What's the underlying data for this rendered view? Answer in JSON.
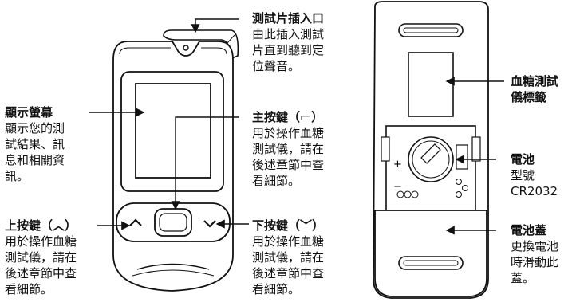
{
  "labels": {
    "strip_port": {
      "title": "測試片插入口",
      "lines": [
        "由此插入測試",
        "片直到聽到定",
        "位聲音。"
      ]
    },
    "display": {
      "title": "顯示螢幕",
      "lines": [
        "顯示您的測",
        "試結果、訊",
        "息和相關資",
        "訊。"
      ]
    },
    "main_button": {
      "title": "主按鍵（▭）",
      "lines": [
        "用於操作血糖",
        "測試儀，請在",
        "後述章節中查",
        "看細節。"
      ]
    },
    "up_button": {
      "title": "上按鍵（︿）",
      "lines": [
        "用於操作血糖",
        "測試儀，請在",
        "後述章節中查",
        "看細節。"
      ]
    },
    "down_button": {
      "title": "下按鍵（﹀）",
      "lines": [
        "用於操作血糖",
        "測試儀，請在",
        "後述章節中查",
        "看細節。"
      ]
    },
    "meter_label": {
      "title_lines": [
        "血糖測試",
        "儀標籤"
      ]
    },
    "battery": {
      "title": "電池",
      "lines": [
        "型號",
        "CR2032"
      ]
    },
    "battery_cover": {
      "title": "電池蓋",
      "lines": [
        "更換電池",
        "時滑動此",
        "蓋。"
      ]
    }
  },
  "battery_marks": {
    "plus": "+",
    "minus": "−"
  }
}
